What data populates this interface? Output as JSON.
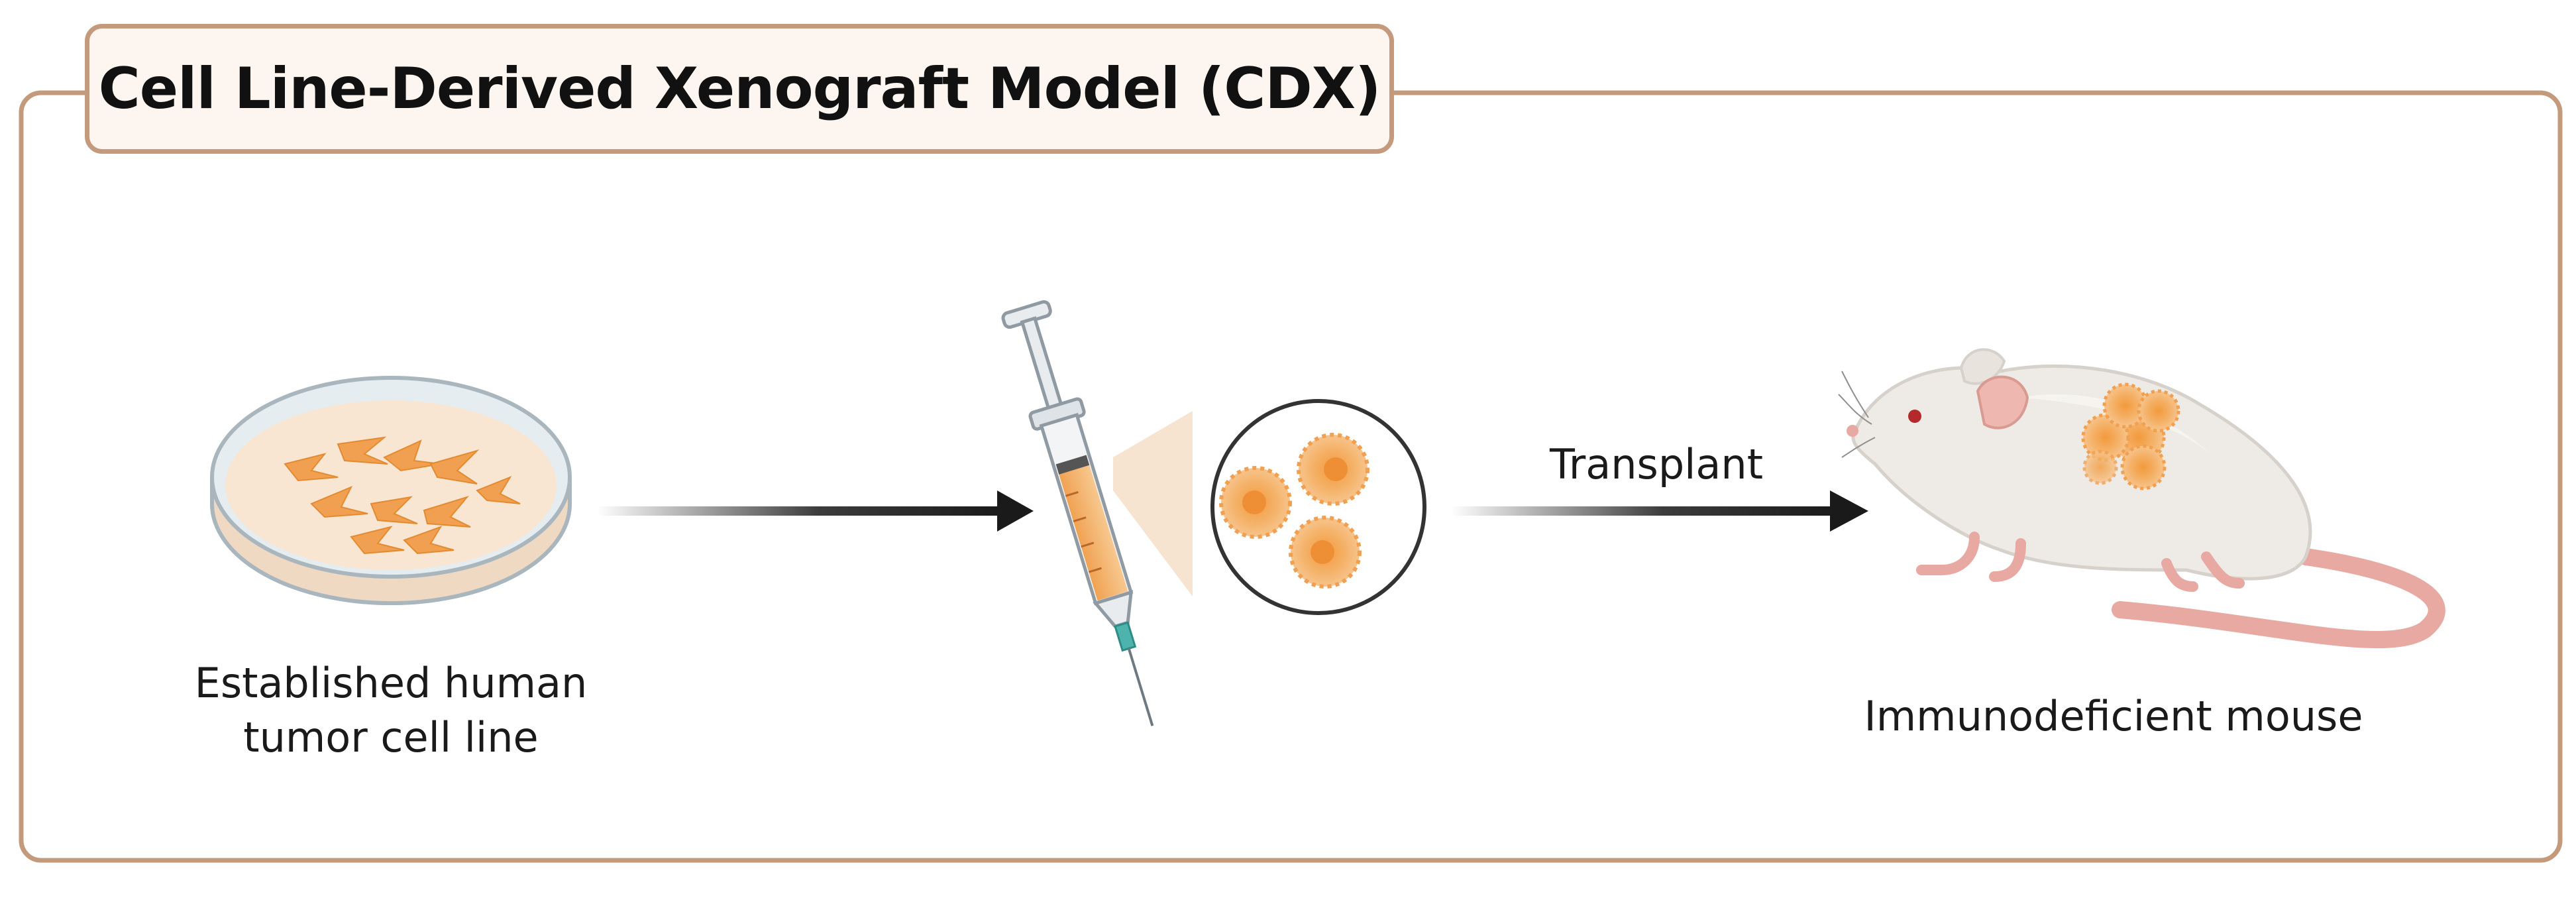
{
  "title": "Cell Line-Derived Xenograft Model (CDX)",
  "labels": {
    "dish_line1": "Established human",
    "dish_line2": "tumor cell line",
    "transplant": "Transplant",
    "mouse": "Immunodeficient mouse"
  },
  "colors": {
    "frame": "#c49a7c",
    "title_bg": "#fdf6f0",
    "cell_orange": "#f0a050",
    "arrow": "#1a1a1a",
    "mouse_body": "#eeebe6",
    "tail_pink": "#e8a9a3"
  },
  "icons": [
    "petri-dish-icon",
    "syringe-icon",
    "cell-magnifier-icon",
    "mouse-icon"
  ]
}
